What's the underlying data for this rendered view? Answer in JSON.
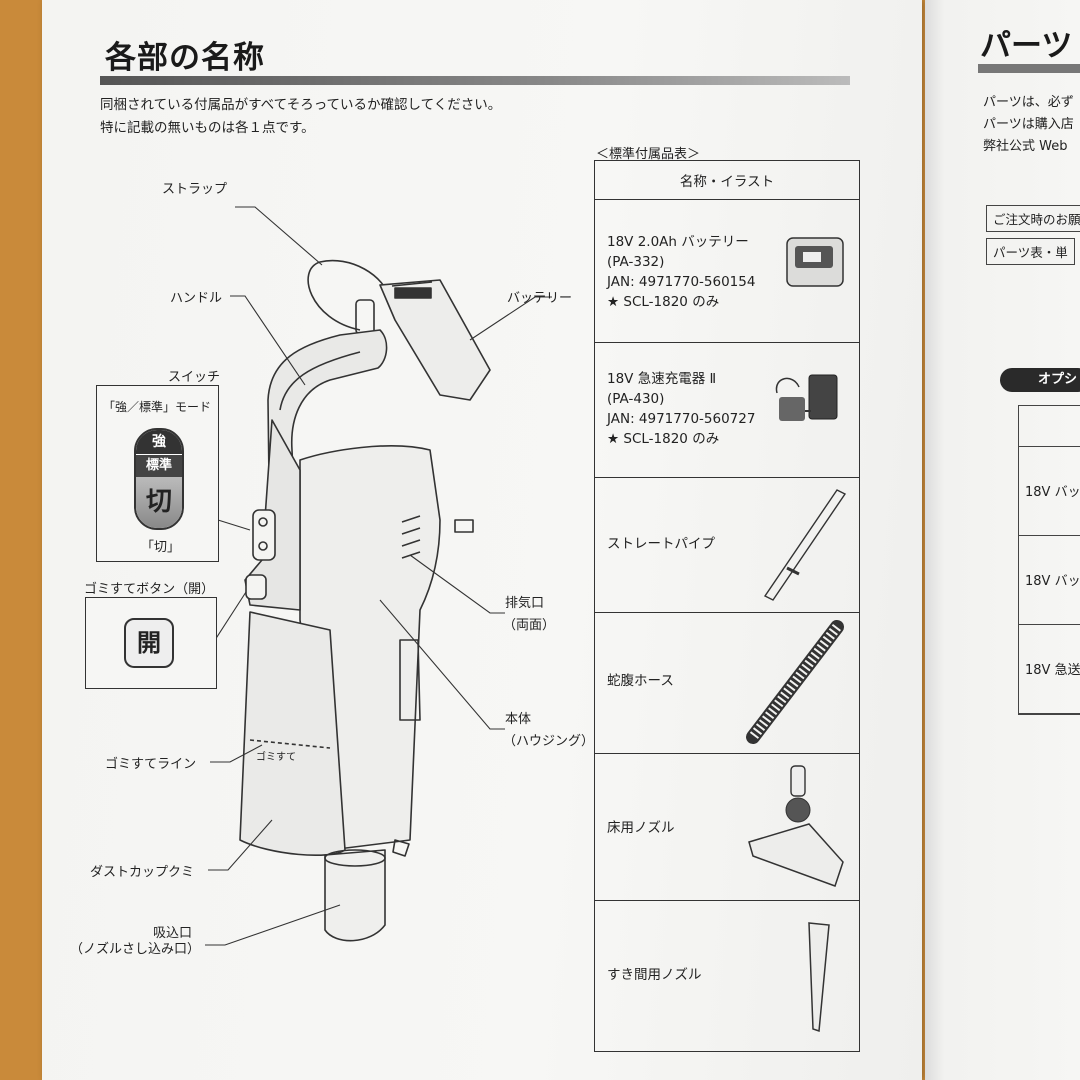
{
  "section_title": "各部の名称",
  "intro_lines": [
    "同梱されている付属品がすべてそろっているか確認してください。",
    "特に記載の無いものは各１点です。"
  ],
  "labels": {
    "strap": "ストラップ",
    "handle": "ハンドル",
    "battery": "バッテリー",
    "switch": "スイッチ",
    "mode": "「強／標準」モード",
    "off_caption": "「切」",
    "dust_button": "ゴミすてボタン（開）",
    "exhaust": "排気口",
    "exhaust_sub": "（両面）",
    "body": "本体",
    "body_sub": "（ハウジング）",
    "dust_line": "ゴミすてライン",
    "dust_cup": "ダストカップクミ",
    "intake": "吸込口",
    "intake_sub": "（ノズルさし込み口）",
    "line_mark": "ゴミすて"
  },
  "switch_keys": {
    "strong": "強",
    "standard": "標準",
    "off": "切"
  },
  "open_key": "開",
  "table": {
    "caption": "＜標準付属品表＞",
    "header": "名称・イラスト",
    "items": [
      {
        "name": "18V 2.0Ah バッテリー\n(PA-332)\nJAN: 4971770-560154\n★ SCL-1820 のみ",
        "icon": "battery-pack-icon"
      },
      {
        "name": "18V 急速充電器 Ⅱ\n(PA-430)\nJAN: 4971770-560727\n★ SCL-1820 のみ",
        "icon": "charger-icon"
      },
      {
        "name": "ストレートパイプ",
        "icon": "straight-pipe-icon"
      },
      {
        "name": "蛇腹ホース",
        "icon": "bellows-hose-icon"
      },
      {
        "name": "床用ノズル",
        "icon": "floor-nozzle-icon"
      },
      {
        "name": "すき間用ノズル",
        "icon": "crevice-nozzle-icon"
      }
    ]
  },
  "right_page": {
    "title": "パーツ",
    "text_lines": [
      "パーツは、必ず",
      "パーツは購入店",
      "弊社公式 Web"
    ],
    "box1": "ご注文時のお願",
    "box2": "パーツ表・単",
    "option_pill": "オプシ",
    "rows": [
      "18V バッ",
      "18V バッ",
      "18V 急送"
    ]
  },
  "colors": {
    "ink": "#222222",
    "paper": "#f6f6f4",
    "desk": "#c98a3a"
  }
}
